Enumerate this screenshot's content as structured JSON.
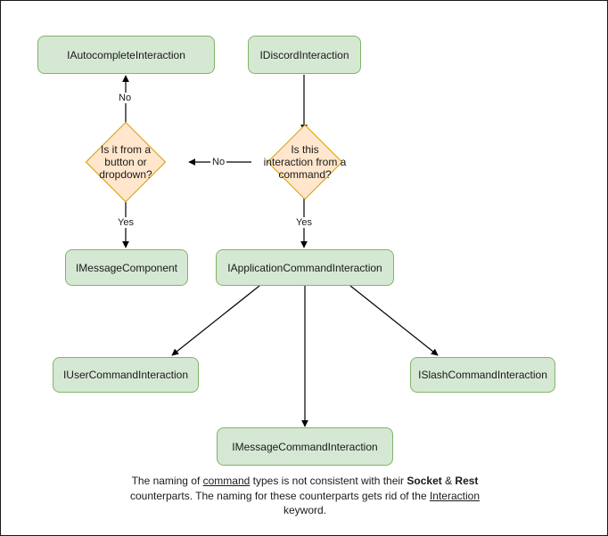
{
  "diagram": {
    "title": "Discord interaction type hierarchy flowchart",
    "colors": {
      "node_fill": "#d5e8d4",
      "node_stroke": "#82b366",
      "decision_fill": "#ffe6cc",
      "decision_stroke": "#d79b00",
      "edge_stroke": "#000000",
      "canvas_border": "#1a1a1a",
      "background": "#ffffff"
    },
    "nodes": [
      {
        "id": "autocomplete",
        "type": "box",
        "label": "IAutocompleteInteraction"
      },
      {
        "id": "discord",
        "type": "box",
        "label": "IDiscordInteraction"
      },
      {
        "id": "decision_left",
        "type": "diamond",
        "label": "Is it from a\nbutton or\ndropdown?"
      },
      {
        "id": "decision_right",
        "type": "diamond",
        "label": "Is this\ninteraction from a\ncommand?"
      },
      {
        "id": "messagecomp",
        "type": "box",
        "label": "IMessageComponent"
      },
      {
        "id": "appcommand",
        "type": "box",
        "label": "IApplicationCommandInteraction"
      },
      {
        "id": "usercommand",
        "type": "box",
        "label": "IUserCommandInteraction"
      },
      {
        "id": "slashcommand",
        "type": "box",
        "label": "ISlashCommandInteraction"
      },
      {
        "id": "msgcommand",
        "type": "box",
        "label": "IMessageCommandInteraction"
      }
    ],
    "edge_labels": {
      "no_up": "No",
      "no_left": "No",
      "yes_left": "Yes",
      "yes_right": "Yes"
    },
    "caption": {
      "part1": "The naming of ",
      "underline1": "command",
      "part2": " types is not consistent with their",
      "bold1": "Socket",
      "part3": " & ",
      "bold2": "Rest",
      "part4": " counterparts. The naming for these counterparts gets rid of the ",
      "underline2": "Interaction",
      "part5": " keyword."
    }
  }
}
